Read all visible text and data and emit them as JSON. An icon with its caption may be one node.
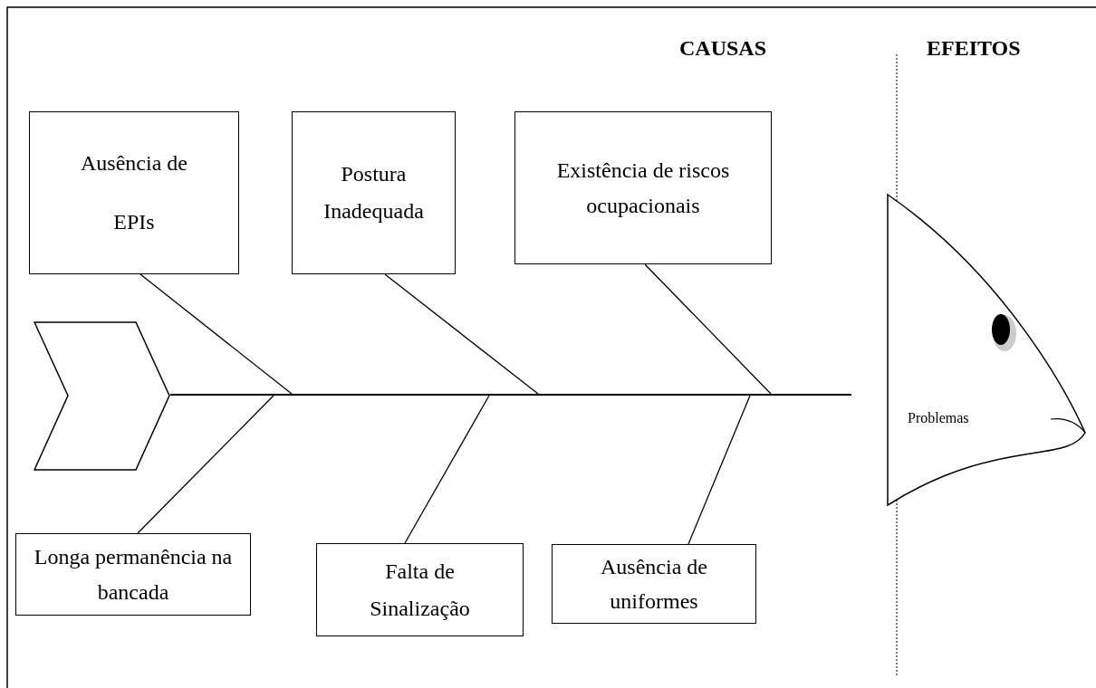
{
  "diagram": {
    "nodes": [
      {
        "text": [
          "Ausência de EPIs"
        ]
      },
      {
        "text": [
          "Postura Inadequada"
        ]
      },
      {
        "text": [
          "Existência de riscos ocupacionais"
        ]
      },
      {
        "text": [
          "Longa permanência na bancada"
        ]
      },
      {
        "text": [
          "Falta de Sinalização"
        ]
      },
      {
        "text": [
          "Ausência de uniformes"
        ]
      },
      {
        "text": [],
        "shape": "chevron"
      },
      {
        "text": [],
        "shape": "line"
      },
      {
        "text": [
          "Problemas"
        ]
      }
    ],
    "edges": [
      {
        "from": 0,
        "to": 7,
        "arrow": "none"
      },
      {
        "from": 1,
        "to": 7,
        "arrow": "none"
      },
      {
        "from": 2,
        "to": 7,
        "arrow": "none"
      },
      {
        "from": 3,
        "to": 7,
        "arrow": "none"
      },
      {
        "from": 4,
        "to": 7,
        "arrow": "none"
      },
      {
        "from": 5,
        "to": 7,
        "arrow": "none"
      }
    ],
    "labels": [
      "CAUSAS",
      "EFEITOS"
    ]
  }
}
